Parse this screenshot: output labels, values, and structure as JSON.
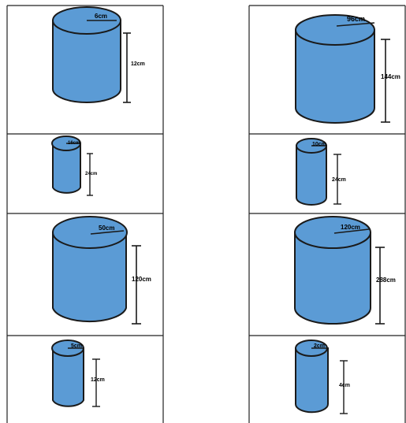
{
  "colors": {
    "fill": "#5b9bd5",
    "stroke": "#1a1a1a",
    "grid": "#222222"
  },
  "panels": [
    {
      "radius": "6cm",
      "height": "12cm"
    },
    {
      "radius": "96cm",
      "height": "144cm"
    },
    {
      "radius": "16cm",
      "height": "24cm"
    },
    {
      "radius": "10cm",
      "height": "24cm"
    },
    {
      "radius": "50cm",
      "height": "120cm"
    },
    {
      "radius": "120cm",
      "height": "288cm"
    },
    {
      "radius": "5cm",
      "height": "12cm"
    },
    {
      "radius": "2cm",
      "height": "4cm"
    }
  ]
}
